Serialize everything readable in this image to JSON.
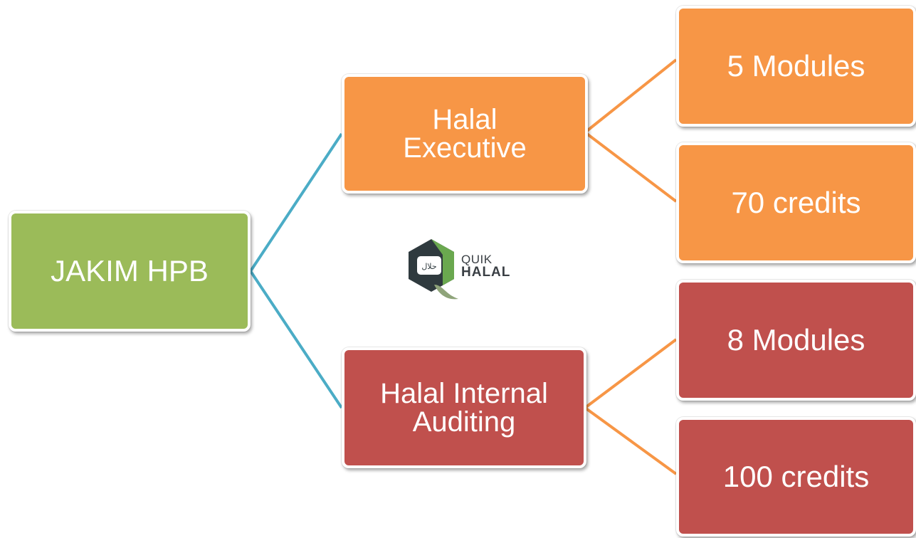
{
  "diagram": {
    "root": {
      "label": "JAKIM HPB",
      "color": "#9bbb59"
    },
    "branches": [
      {
        "label_lines": [
          "Halal",
          "Executive"
        ],
        "color": "#f79646",
        "leaves": [
          "5 Modules",
          "70 credits"
        ]
      },
      {
        "label_lines": [
          "Halal Internal",
          "Auditing"
        ],
        "color": "#c0504d",
        "leaves": [
          "8 Modules",
          "100 credits"
        ]
      }
    ],
    "connector_colors": {
      "root": "#4bacc6",
      "branch": "#f79646"
    }
  },
  "logo": {
    "name": "quikhalal-logo",
    "line1": "QUIK",
    "line2": "HALAL",
    "arabic": "حلال",
    "colors": {
      "dark": "#2f3a3e",
      "green": "#6aa84f",
      "text": "#3a3f44"
    }
  }
}
